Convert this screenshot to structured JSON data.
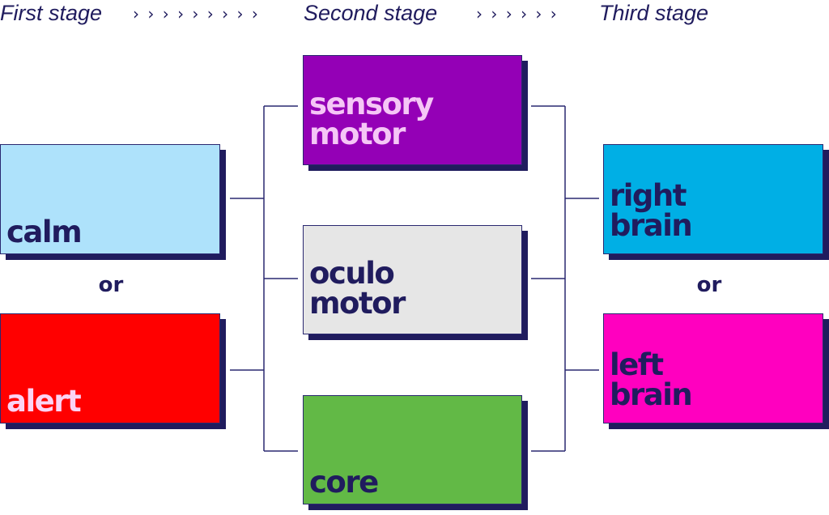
{
  "header": {
    "stages": [
      "First stage",
      "Second stage",
      "Third stage"
    ],
    "arrows_1": "› › › › › › › › ›",
    "arrows_2": "› › › › › ›"
  },
  "first_stage": {
    "top_box": {
      "label": "calm",
      "fill": "#aee2fb",
      "text_color": "#201c5e"
    },
    "or_label": "or",
    "bottom_box": {
      "label": "alert",
      "fill": "#ff0000",
      "text_color": "#fbd3f4"
    }
  },
  "second_stage": {
    "top_box": {
      "label": "sensory\nmotor",
      "fill": "#9400b6",
      "text_color": "#f5c6f6"
    },
    "middle_box": {
      "label": "oculo\nmotor",
      "fill": "#e6e6e6",
      "text_color": "#201c5e"
    },
    "bottom_box": {
      "label": "core",
      "fill": "#62b946",
      "text_color": "#201c5e"
    }
  },
  "third_stage": {
    "top_box": {
      "label": "right\nbrain",
      "fill": "#00afe5",
      "text_color": "#201c5e"
    },
    "or_label": "or",
    "bottom_box": {
      "label": "left\nbrain",
      "fill": "#ff00bf",
      "text_color": "#201c5e"
    }
  },
  "colors": {
    "navy": "#201c5e",
    "connector": "#2a2870"
  }
}
